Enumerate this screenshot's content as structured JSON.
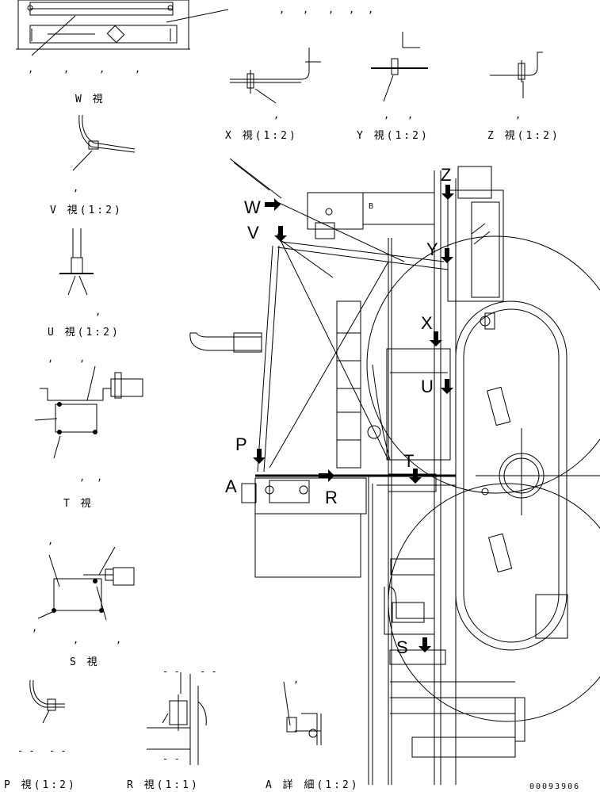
{
  "views": {
    "w": "W 視",
    "x": "X 視(1:2)",
    "y": "Y 視(1:2)",
    "z": "Z 視(1:2)",
    "v": "V 視(1:2)",
    "u": "U 視(1:2)",
    "t": "T 視",
    "s": "S 視",
    "p": "P 視(1:2)",
    "r": "R 視(1:1)",
    "a": "A 詳 細(1:2)"
  },
  "markers": {
    "w": "W",
    "v": "V",
    "z": "Z",
    "y": "Y",
    "x": "X",
    "u": "U",
    "t": "T",
    "p": "P",
    "a": "A",
    "r": "R",
    "s": "S",
    "b": "B"
  },
  "drawing_number": "00093906",
  "marks": {
    "comma": ",",
    "dash": "- -"
  }
}
